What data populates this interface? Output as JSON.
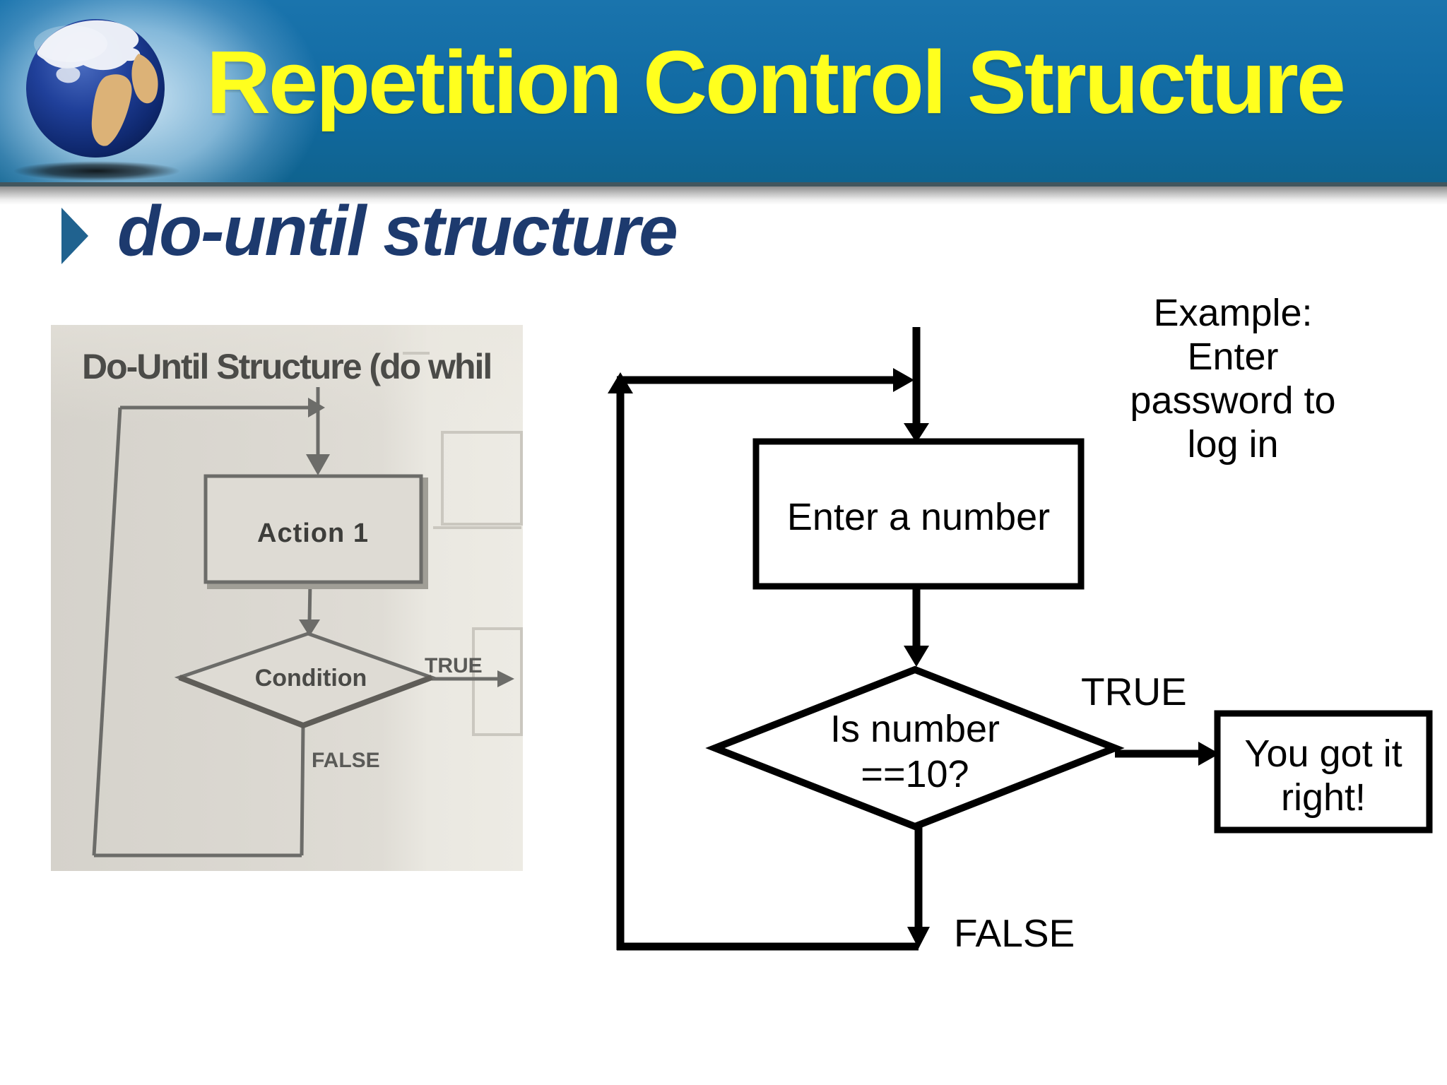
{
  "header": {
    "title": "Repetition Control Structure",
    "band_color": "#116aa2",
    "title_color": "#ffff1e",
    "logo": "globe-icon"
  },
  "section": {
    "heading": "do-until structure",
    "heading_color": "#1d3a6e",
    "bullet_color": "#20628f"
  },
  "scan_figure": {
    "title": "Do-Until Structure (do whil",
    "action_label": "Action 1",
    "condition_label": "Condition",
    "true_label": "TRUE",
    "false_label": "FALSE",
    "ink_color": "#6c6c69",
    "paper_color": "#dcd9d2"
  },
  "flowchart": {
    "process_label": "Enter a number",
    "decision_lines": [
      "Is number",
      "==10?"
    ],
    "true_label": "TRUE",
    "false_label": "FALSE",
    "result_lines": [
      "You got it",
      "right!"
    ],
    "ink_color": "#000000"
  },
  "example_note": {
    "lines": [
      "Example:",
      "Enter",
      "password to",
      "log in"
    ]
  }
}
